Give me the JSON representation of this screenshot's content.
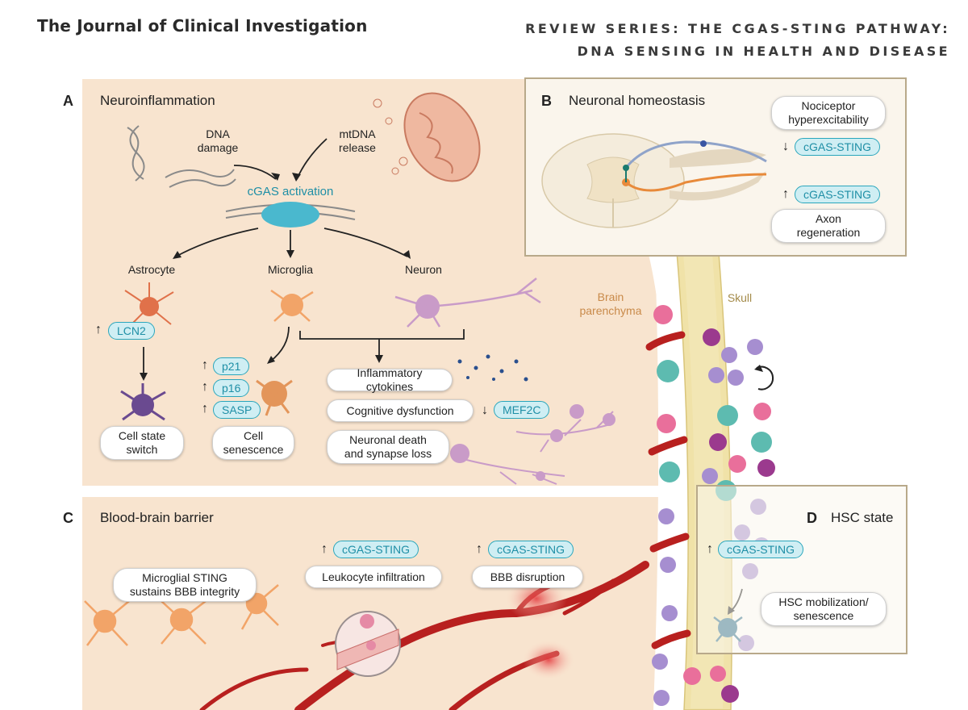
{
  "header": {
    "journal": "The Journal of Clinical Investigation",
    "series_line1": "REVIEW SERIES: THE CGAS-STING PATHWAY:",
    "series_line2": "DNA SENSING IN HEALTH AND DISEASE"
  },
  "panel_a": {
    "letter": "A",
    "title": "Neuroinflammation",
    "dna_damage": [
      "DNA",
      "damage"
    ],
    "mtdna_release": [
      "mtDNA",
      "release"
    ],
    "cgas_activation": "cGAS activation",
    "astrocyte": "Astrocyte",
    "microglia": "Microglia",
    "neuron": "Neuron",
    "lcn2": "LCN2",
    "p21": "p21",
    "p16": "p16",
    "sasp": "SASP",
    "cell_state_switch": [
      "Cell state",
      "switch"
    ],
    "cell_senescence": [
      "Cell",
      "senescence"
    ],
    "inflammatory_cytokines": "Inflammatory cytokines",
    "cognitive_dysfunction": "Cognitive dysfunction",
    "mef2c": "MEF2C",
    "neuronal_death": [
      "Neuronal death",
      "and synapse loss"
    ],
    "brain_parenchyma": [
      "Brain",
      "parenchyma"
    ],
    "skull": "Skull"
  },
  "panel_b": {
    "letter": "B",
    "title": "Neuronal homeostasis",
    "nociceptor": [
      "Nociceptor",
      "hyperexcitability"
    ],
    "cgas_sting_down": "cGAS-STING",
    "cgas_sting_up": "cGAS-STING",
    "axon_regeneration": [
      "Axon",
      "regeneration"
    ]
  },
  "panel_c": {
    "letter": "C",
    "title": "Blood-brain barrier",
    "microglial_sting": [
      "Microglial STING",
      "sustains BBB integrity"
    ],
    "cgas_sting_1": "cGAS-STING",
    "leukocyte_infiltration": "Leukocyte infiltration",
    "cgas_sting_2": "cGAS-STING",
    "bbb_disruption": "BBB disruption"
  },
  "panel_d": {
    "letter": "D",
    "title": "HSC state",
    "cgas_sting": "cGAS-STING",
    "hsc_mobilization": [
      "HSC mobilization/",
      "senescence"
    ]
  },
  "arrows": {
    "up": "↑",
    "down": "↓"
  },
  "colors": {
    "background_tissue": "#f8e4cf",
    "skull": "#f0e2a8",
    "tag_fill": "#cfeef3",
    "tag_border": "#2aa6bc",
    "vessel": "#b8201f",
    "microglia": "#f2a468",
    "neuron": "#c99bc8",
    "astrocyte": "#e0714a"
  }
}
